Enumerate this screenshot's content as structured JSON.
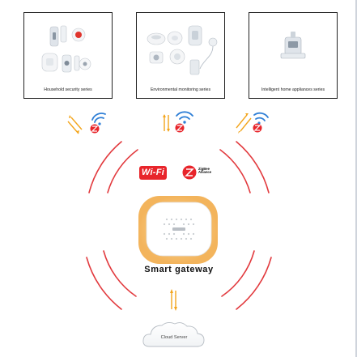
{
  "series": [
    {
      "label": "Household security series"
    },
    {
      "label": "Environmental monitoring series"
    },
    {
      "label": "Intelligent home appliances series"
    }
  ],
  "badges": {
    "wifi_text": "Wi-Fi",
    "zigbee_text_line1": "ZigBee",
    "zigbee_text_line2": "Alliance"
  },
  "gateway": {
    "label": "Smart  gateway"
  },
  "cloud": {
    "label": "Cloud Server"
  },
  "colors": {
    "accent_red": "#e8252b",
    "wave_red": "#e23a3e",
    "wifi_blue": "#2f7fd6",
    "arrow_orange": "#f3a51c",
    "glow_amber": "#f6c070"
  }
}
